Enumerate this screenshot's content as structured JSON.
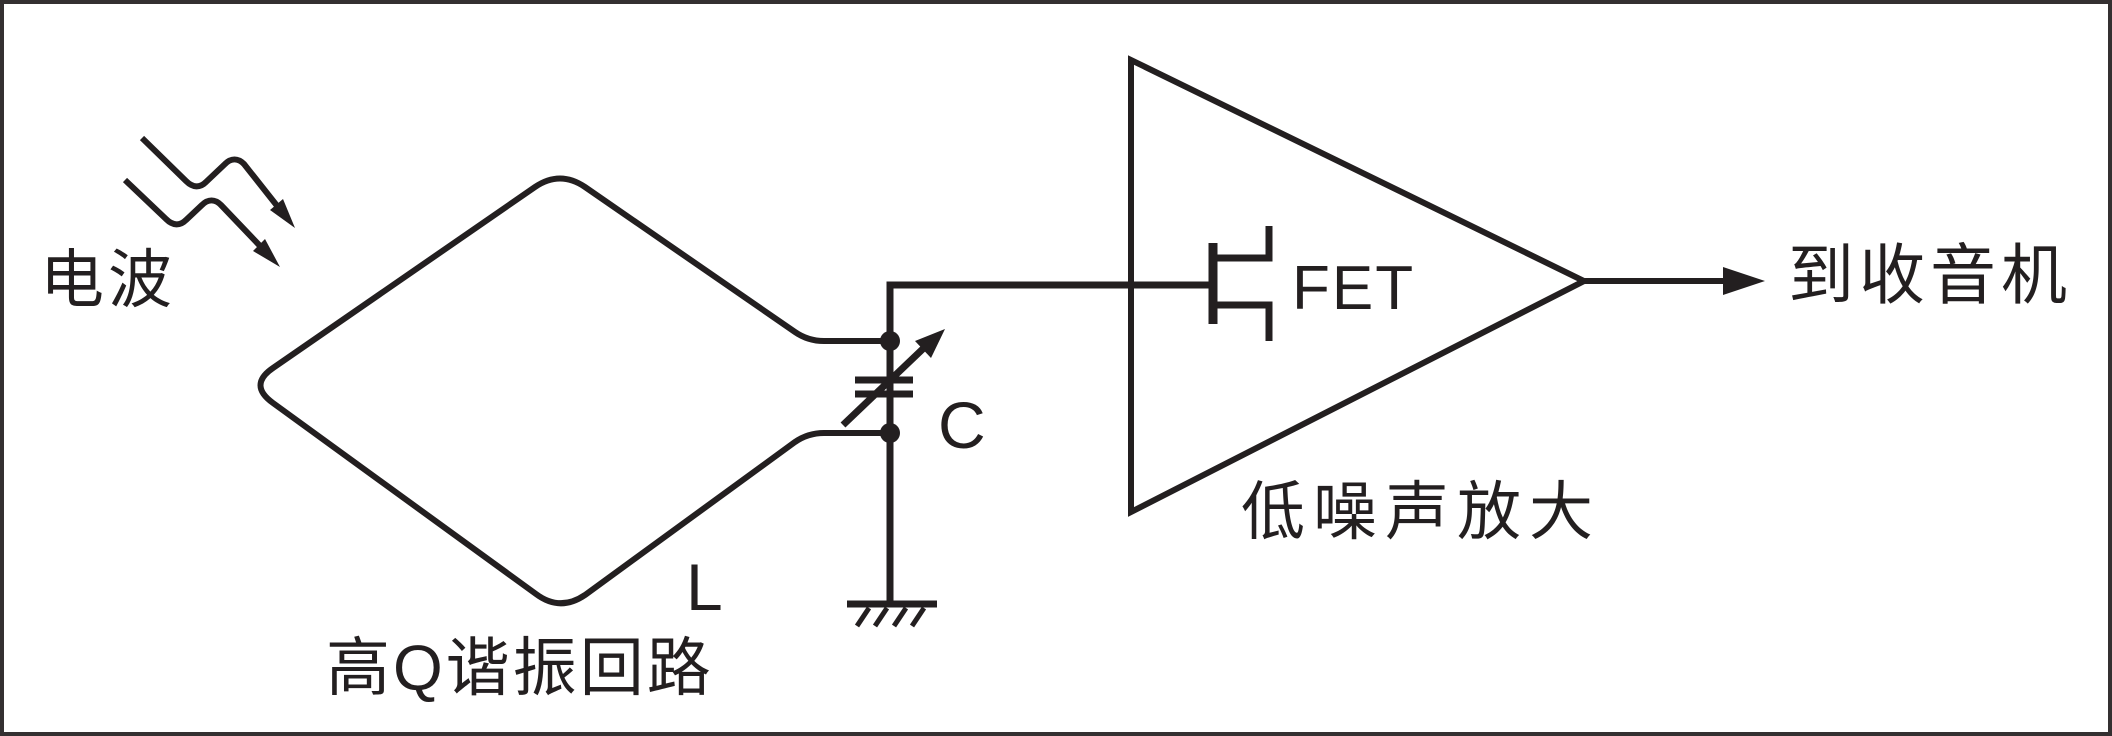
{
  "figure": {
    "type": "circuit-diagram",
    "background": "#ffffff",
    "line_color": "#231f20",
    "border_color": "#343031",
    "components": [
      "radio-wave-arrows",
      "loop-antenna",
      "variable-capacitor",
      "ground",
      "fet-amplifier-triangle",
      "output-arrow"
    ],
    "labels": {
      "radio_wave": "电波",
      "inductor": "L",
      "resonant_circuit": "高Q谐振回路",
      "capacitor": "C",
      "fet": "FET",
      "amplifier": "低噪声放大",
      "to_receiver": "到收音机"
    }
  }
}
